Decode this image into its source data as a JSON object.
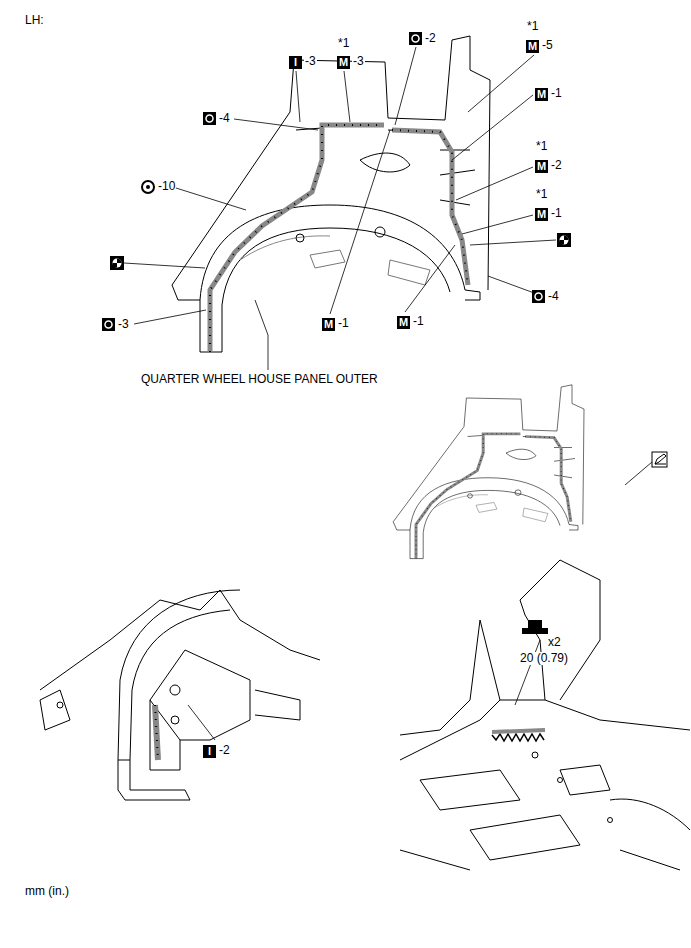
{
  "diagram": {
    "labels": [
      "LH:",
      "I",
      "-3",
      "*1",
      "M",
      "-3",
      "-2",
      "*1",
      "M",
      "-5",
      "-4",
      "M",
      "-1",
      "-10",
      "*1",
      "M",
      "-2",
      "*1",
      "M",
      "-1",
      "-4",
      "-3",
      "M",
      "-1",
      "M",
      "-1",
      "QUARTER WHEEL HOUSE PANEL OUTER",
      "I",
      "-2",
      "x2",
      "20 (0.79)",
      "mm (in.)"
    ]
  }
}
